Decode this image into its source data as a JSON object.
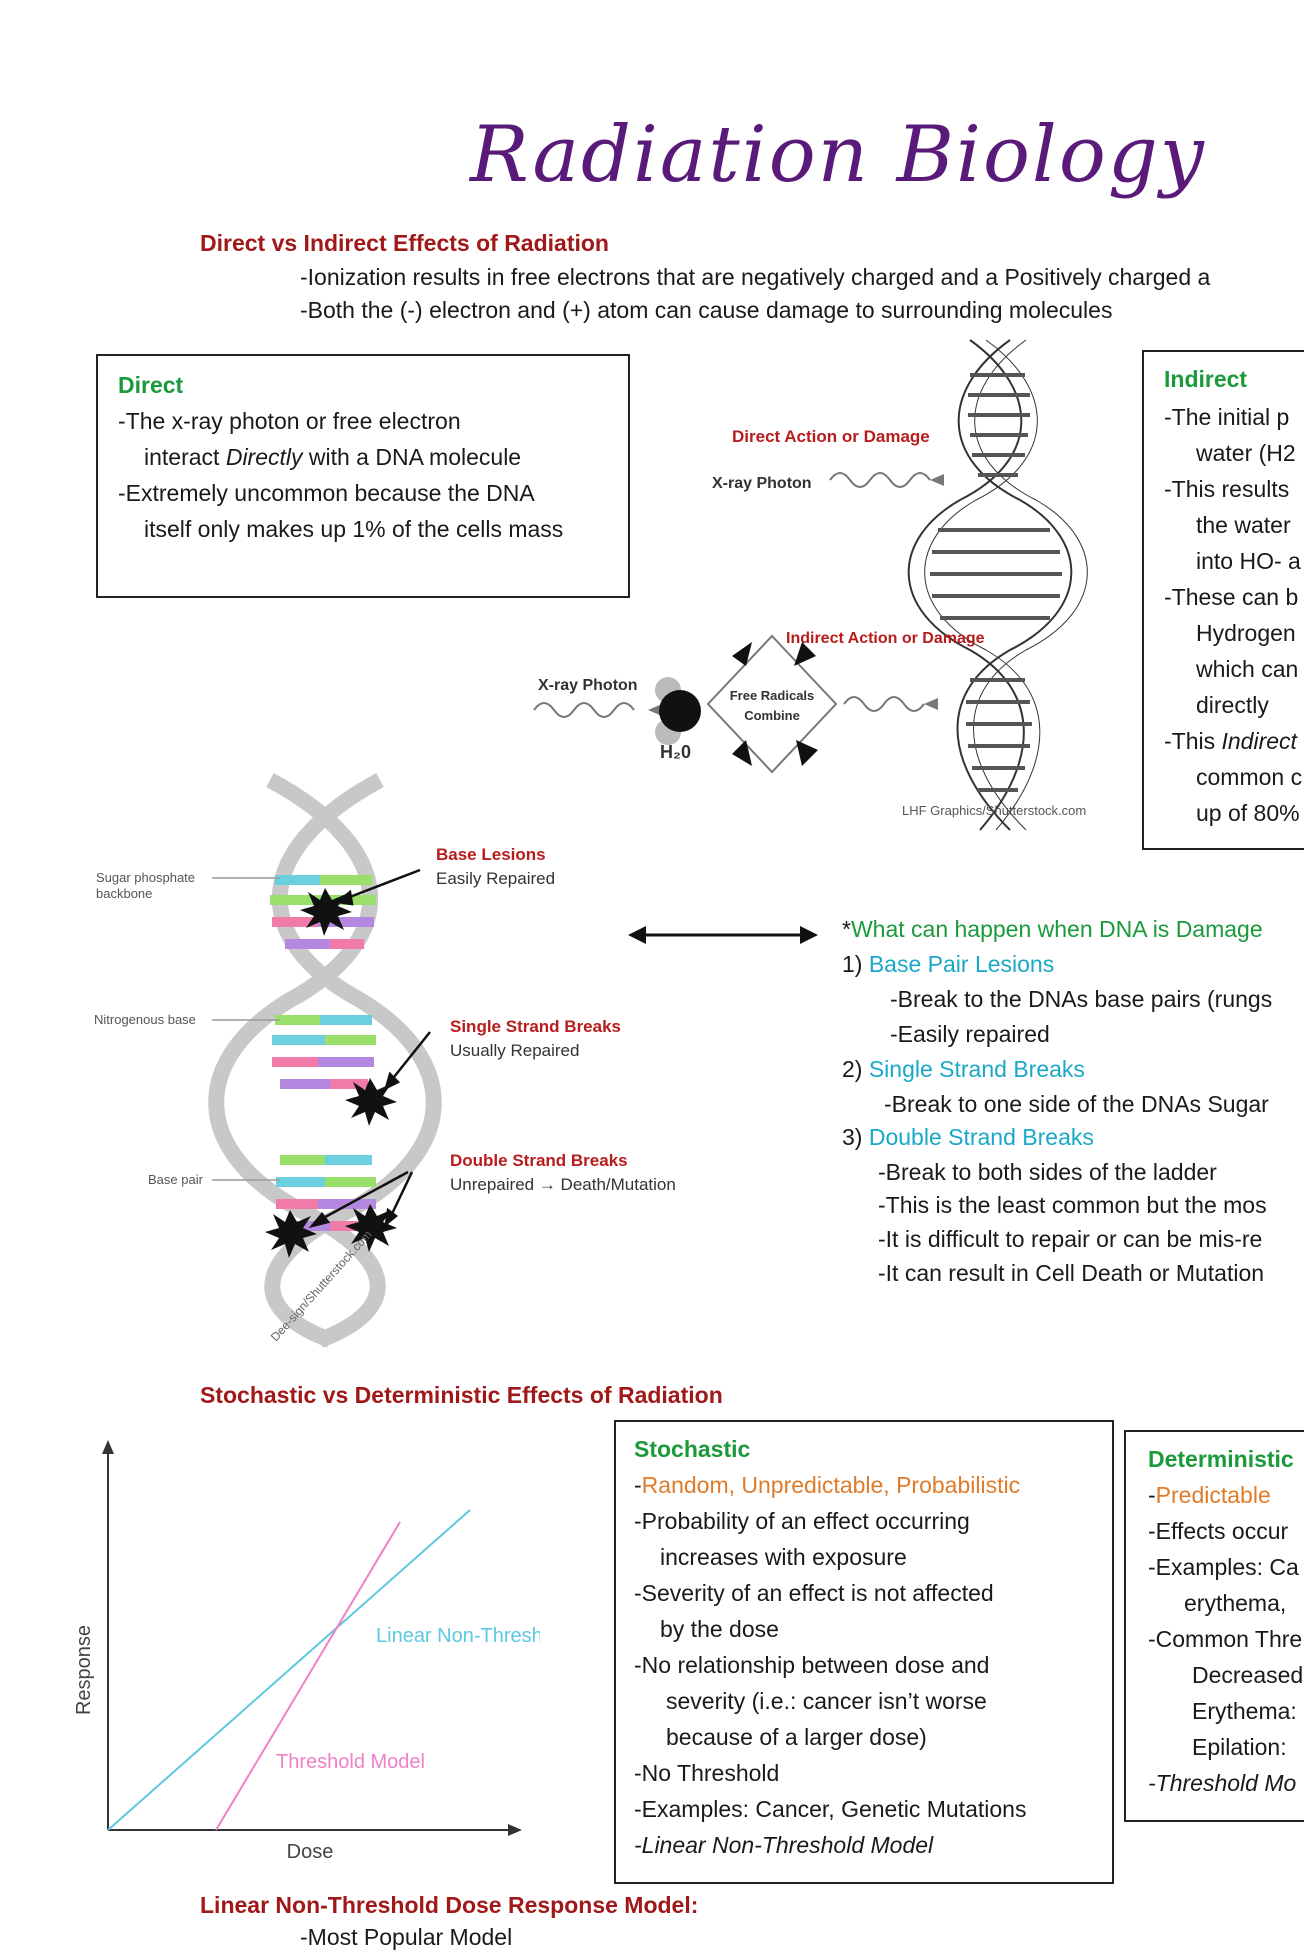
{
  "title": "Radiation Biology",
  "section1": {
    "heading": "Direct vs Indirect Effects of Radiation",
    "lines": [
      "-Ionization results in free electrons that are negatively charged and a Positively charged a",
      "-Both the (-) electron and (+) atom can cause damage to surrounding molecules"
    ]
  },
  "direct_box": {
    "heading": "Direct",
    "line1": "-The x-ray photon or free electron",
    "line2_pre": "interact ",
    "line2_em": "Directly",
    "line2_post": " with a DNA molecule",
    "line3": "-Extremely uncommon because the DNA",
    "line4": "itself only makes up 1% of the cells mass"
  },
  "indirect_box": {
    "heading": "Indirect",
    "lines": [
      "-The initial p",
      "water (H2",
      "-This results",
      "the water",
      "into HO- a",
      "-These can b",
      "Hydrogen",
      "which can",
      "directly"
    ],
    "line_last_pre": "-This ",
    "line_last_em": "Indirect",
    "tail": [
      "common c",
      "up of 80%"
    ]
  },
  "dna_diagram": {
    "direct_label": "Direct Action or Damage",
    "xray1": "X-ray Photon",
    "indirect_label": "Indirect Action or Damage",
    "xray2": "X-ray Photon",
    "free_radicals_1": "Free Radicals",
    "free_radicals_2": "Combine",
    "h2o": "H₂0",
    "credit": "LHF Graphics/Shutterstock.com"
  },
  "helix_labels": {
    "sugar1": "Sugar phosphate",
    "sugar2": "backbone",
    "nitro": "Nitrogenous base",
    "base_pair": "Base pair",
    "base_lesions": "Base Lesions",
    "easily_repaired": "Easily Repaired",
    "ssb": "Single Strand Breaks",
    "usually_repaired": "Usually Repaired",
    "dsb": "Double Strand Breaks",
    "unrepaired": "Unrepaired → Death/Mutation",
    "credit": "Dee-sign/Shutterstock.com"
  },
  "damage_list": {
    "intro_star": "*",
    "intro": "What can happen when DNA is Damage",
    "item1_num": "1) ",
    "item1": "Base Pair Lesions",
    "item1_a": "-Break to the DNAs base pairs (rungs",
    "item1_b": "-Easily repaired",
    "item2_num": "2) ",
    "item2": "Single Strand Breaks",
    "item2_a": "-Break to one side of the DNAs Sugar",
    "item3_num": "3) ",
    "item3": "Double Strand Breaks",
    "item3_a": "-Break to both sides of the ladder",
    "item3_b": "-This is the least common but the mos",
    "item3_c": "-It is difficult to repair or can be mis-re",
    "item3_d": "-It can result in Cell Death or Mutation"
  },
  "section2": {
    "heading": "Stochastic vs Deterministic Effects of Radiation"
  },
  "graph": {
    "ylabel": "Response",
    "xlabel": "Dose",
    "lnt": "Linear Non-Threshold",
    "threshold": "Threshold Model",
    "colors": {
      "lnt": "#5cc8e0",
      "threshold": "#f080c8"
    }
  },
  "stochastic_box": {
    "heading": "Stochastic",
    "l1_dash": "-",
    "l1": "Random, Unpredictable, Probabilistic",
    "l2": "-Probability of an effect occurring",
    "l3": "increases with exposure",
    "l4": "-Severity of an effect is not affected",
    "l5": "by the dose",
    "l6": "-No relationship between dose and",
    "l7": "severity (i.e.: cancer isn’t worse",
    "l8": "because of a larger dose)",
    "l9": "-No Threshold",
    "l10": "-Examples: Cancer, Genetic Mutations",
    "l11": "-Linear Non-Threshold Model"
  },
  "deterministic_box": {
    "heading": "Deterministic",
    "l1_dash": "-",
    "l1": "Predictable",
    "l2": "-Effects occur",
    "l3": "-Examples: Ca",
    "l4": "erythema,",
    "l5": "-Common Thre",
    "l6": "Decreased",
    "l7": "Erythema:",
    "l8": "Epilation:",
    "l9": "-Threshold Mo"
  },
  "section3": {
    "heading": "Linear Non-Threshold Dose Response Model:",
    "l1": "-Most Popular Model"
  }
}
